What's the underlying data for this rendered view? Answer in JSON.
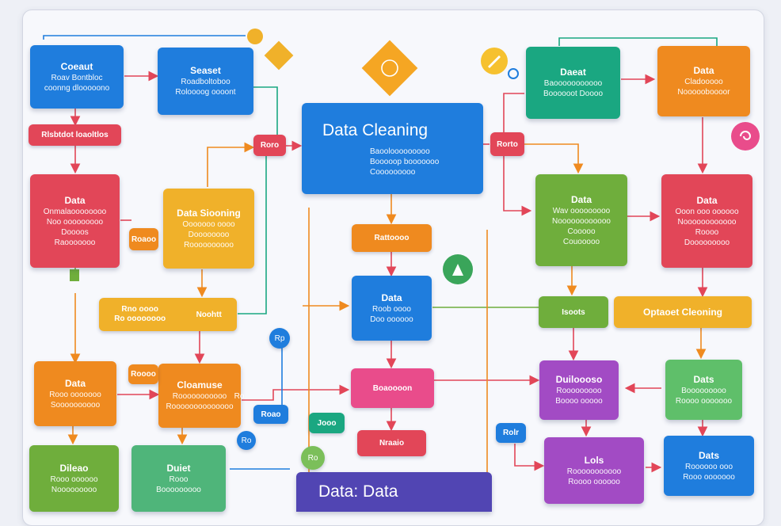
{
  "nodes": {
    "n1": {
      "title": "Coeaut",
      "sub": "Roav Bontbloc\ncoonng dlooooono"
    },
    "n2": {
      "title": "Seaset",
      "sub": "Roadboltoboo\nRoloooog oooont"
    },
    "n3": {
      "title": "Data Cleaning",
      "sub": "Baoolooooooooo\nBooooop booooooo\nCooooooooo"
    },
    "n4": {
      "title": "Daeat",
      "sub": "Baooooooooooo\nBoooooot Doooo"
    },
    "n5": {
      "title": "Data",
      "sub": "Cladooooo\nNoooooboooor"
    },
    "n6": {
      "title": "Data",
      "sub": "Onmalaoooooooo\nNoo ooooooooo\nDoooos\nRaooooooo"
    },
    "n7": {
      "title": "Data Siooning",
      "sub": "Ooooooo oooo\nDoooooooo\nRoooooooooo"
    },
    "n8": {
      "title": "Data",
      "sub": "Wav ooooooooo\nNoooooooooooo\nCooooo\nCouooooo"
    },
    "n9": {
      "title": "Data",
      "sub": "Ooon ooo oooooo\nNoooooooooooo\nRoooo\nDooooooooo"
    },
    "n10": {
      "title": "Data",
      "sub": "Roob oooo\nDoo oooooo"
    },
    "n11": {
      "title": "Data",
      "sub": "Rooo ooooooo\nSoooooooooo"
    },
    "n12": {
      "title": "Cloamuse",
      "sub": "Rooooooooooo\nRoooooooooooooo"
    },
    "n13": {
      "title": "Duiloooso",
      "sub": "Rooooooooo\nBoooo ooooo"
    },
    "n14": {
      "title": "Dats",
      "sub": "Booooooooo\nRoooo ooooooo"
    },
    "n15": {
      "title": "Dileao",
      "sub": "Rooo oooooo\nNooooooooo"
    },
    "n16": {
      "title": "Duiet",
      "sub": "Rooo\nBooooooooo"
    },
    "n17": {
      "title": "Lols",
      "sub": "Rooooooooooo\nRoooo oooooo"
    },
    "n18": {
      "title": "Dats",
      "sub": "Roooooo ooo\nRooo ooooooo"
    },
    "n19": {
      "title": "Data: Data"
    }
  },
  "pills": {
    "p1": "Rlsbtdot loaoltlos",
    "p2": "Roro",
    "p3": "Rorto",
    "p4": "Rattoooo",
    "p5": "Roaoo",
    "p6": "Roooo",
    "p7": "Isoots",
    "p8": "Optaoet Cleoning",
    "p9": "Rno oooo\nRo oooooooo",
    "p10": "Noohtt",
    "p11": "Boaoooon",
    "p12": "Nraaio",
    "p13": "Roao",
    "p14": "Jooo",
    "p15": "Rolr"
  },
  "dots": {
    "d1": "Rp",
    "d2": "Ro",
    "d3": "Ro",
    "d4": "Ro"
  },
  "colors": {
    "blue": "#1f7ddd",
    "red": "#e24658",
    "orange": "#ef8a1f",
    "amber": "#f0b12a",
    "green": "#6fae3c",
    "teal": "#1aa781",
    "purple": "#a24bc4",
    "pink": "#e94c8b",
    "indigo": "#5145b3"
  }
}
